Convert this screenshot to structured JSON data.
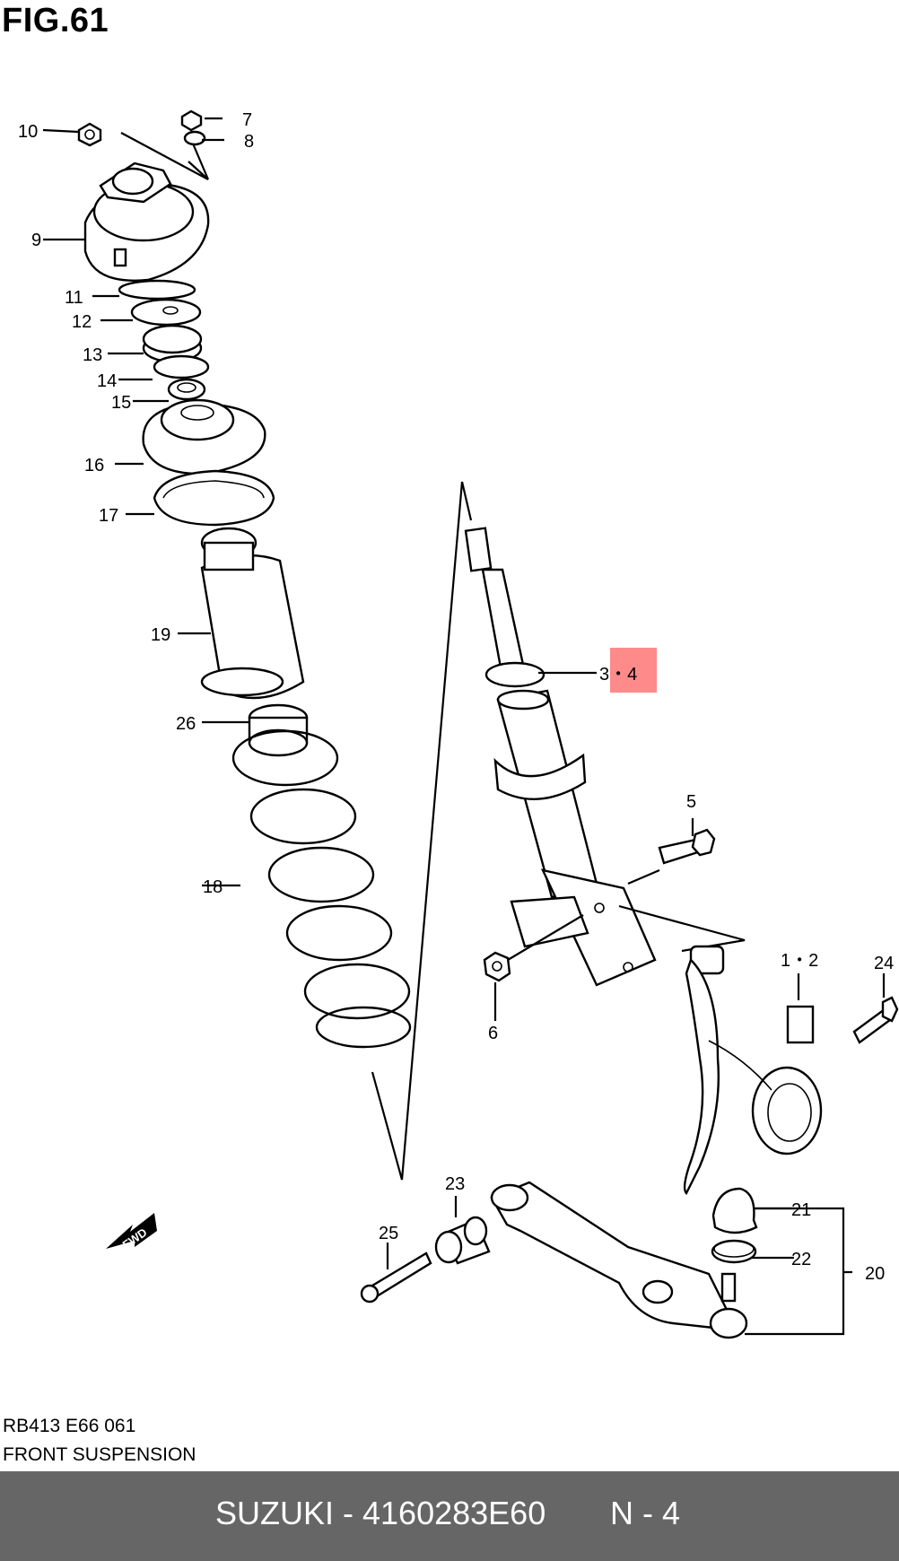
{
  "figure": {
    "title": "FIG.61"
  },
  "callouts": {
    "c10": "10",
    "c7": "7",
    "c8": "8",
    "c9": "9",
    "c11": "11",
    "c12": "12",
    "c13": "13",
    "c14": "14",
    "c15": "15",
    "c16": "16",
    "c17": "17",
    "c19": "19",
    "c26": "26",
    "c18": "18",
    "c3_4": "3・4",
    "c5": "5",
    "c6": "6",
    "c1_2": "1・2",
    "c24": "24",
    "c23": "23",
    "c25": "25",
    "c21": "21",
    "c22": "22",
    "c20": "20",
    "fwd": "FWD"
  },
  "highlight": {
    "part": "3・4",
    "color": "#ff8a8a"
  },
  "caption": {
    "code": "RB413 E66 061",
    "title": "FRONT SUSPENSION"
  },
  "footer": {
    "part_number": "SUZUKI - 4160283E60",
    "page": "N - 4",
    "background": "#666666"
  }
}
